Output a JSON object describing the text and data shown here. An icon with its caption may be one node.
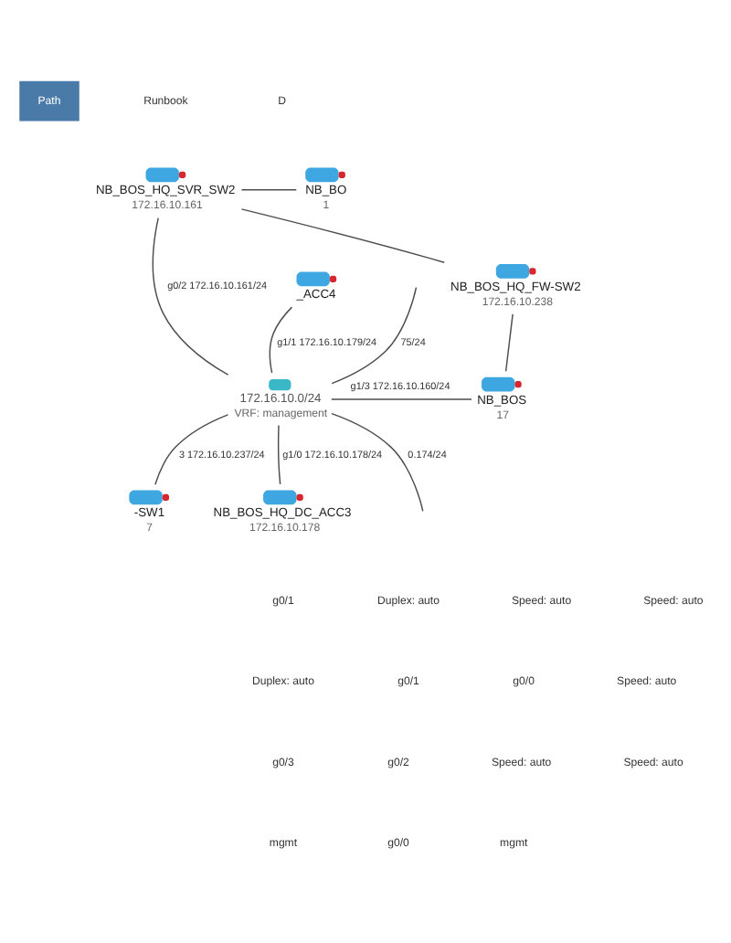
{
  "diagram": {
    "nodes": [
      {
        "text": [
          "NB_BOS_HQ_SVR_SW2",
          "172.16.10.161"
        ]
      },
      {
        "text": [
          "NB_BO",
          "1"
        ]
      },
      {
        "text": [
          "_ACC4"
        ]
      },
      {
        "text": [
          "NB_BOS_HQ_FW-SW2",
          "172.16.10.238"
        ]
      },
      {
        "text": [
          "172.16.10.0/24",
          "VRF: management"
        ]
      },
      {
        "text": [
          "NB_BOS",
          "17"
        ]
      },
      {
        "text": [
          "-SW1",
          "7"
        ]
      },
      {
        "text": [
          "NB_BOS_HQ_DC_ACC3",
          "172.16.10.178"
        ]
      }
    ],
    "edges": [
      {
        "from": 0,
        "to": 1,
        "arrow": "none"
      },
      {
        "from": 0,
        "to": 3,
        "arrow": "none"
      },
      {
        "from": 0,
        "to": 4,
        "arrow": "none",
        "label": "g0/2 172.16.10.161/24"
      },
      {
        "from": 2,
        "to": 4,
        "arrow": "none",
        "label": "g1/1 172.16.10.179/24"
      },
      {
        "from": null,
        "to": 4,
        "arrow": "none",
        "label": "0.174/24"
      },
      {
        "from": 3,
        "to": 5,
        "arrow": "none"
      },
      {
        "from": null,
        "to": 4,
        "arrow": "none",
        "label": "75/24"
      },
      {
        "from": 4,
        "to": 5,
        "arrow": "none",
        "label": "g1/3 172.16.10.160/24"
      },
      {
        "from": 4,
        "to": 6,
        "arrow": "none",
        "label": "3 172.16.10.237/24"
      },
      {
        "from": 4,
        "to": 7,
        "arrow": "none",
        "label": "g1/0 172.16.10.178/24"
      }
    ],
    "labels": [
      "Path",
      "Runbook",
      "D",
      "g0/1",
      "Duplex: auto",
      "Speed: auto",
      "Speed: auto",
      "Duplex: auto",
      "g0/1",
      "g0/0",
      "Speed: auto",
      "g0/3",
      "g0/2",
      "Speed: auto",
      "Speed: auto",
      "mgmt",
      "g0/0",
      "mgmt"
    ]
  }
}
